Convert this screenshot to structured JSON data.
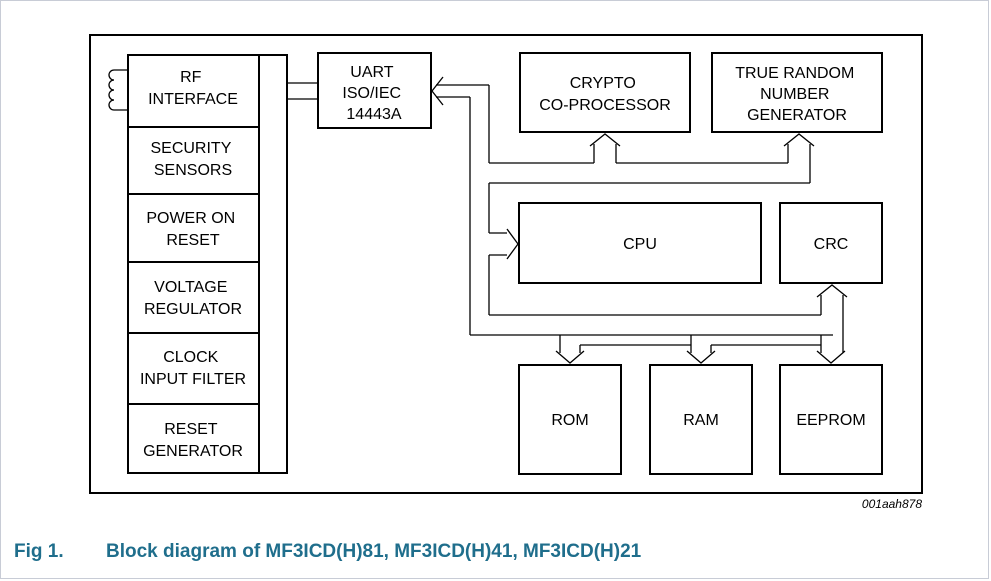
{
  "diagram": {
    "blocks": {
      "rf_interface": [
        "RF",
        "INTERFACE"
      ],
      "security_sensors": [
        "SECURITY",
        "SENSORS"
      ],
      "power_on_reset": [
        "POWER ON",
        "RESET"
      ],
      "voltage_regulator": [
        "VOLTAGE",
        "REGULATOR"
      ],
      "clock_input_filter": [
        "CLOCK",
        "INPUT FILTER"
      ],
      "reset_generator": [
        "RESET",
        "GENERATOR"
      ],
      "uart": [
        "UART",
        "ISO/IEC",
        "14443A"
      ],
      "crypto": [
        "CRYPTO",
        "CO-PROCESSOR"
      ],
      "trng": [
        "TRUE RANDOM",
        "NUMBER",
        "GENERATOR"
      ],
      "cpu": [
        "CPU"
      ],
      "crc": [
        "CRC"
      ],
      "rom": [
        "ROM"
      ],
      "ram": [
        "RAM"
      ],
      "eeprom": [
        "EEPROM"
      ]
    },
    "figure_code": "001aah878"
  },
  "caption": {
    "number": "Fig 1.",
    "title": "Block diagram of MF3ICD(H)81, MF3ICD(H)41, MF3ICD(H)21"
  },
  "colors": {
    "caption": "#1f6e8c",
    "frame": "#c8ccd6"
  }
}
